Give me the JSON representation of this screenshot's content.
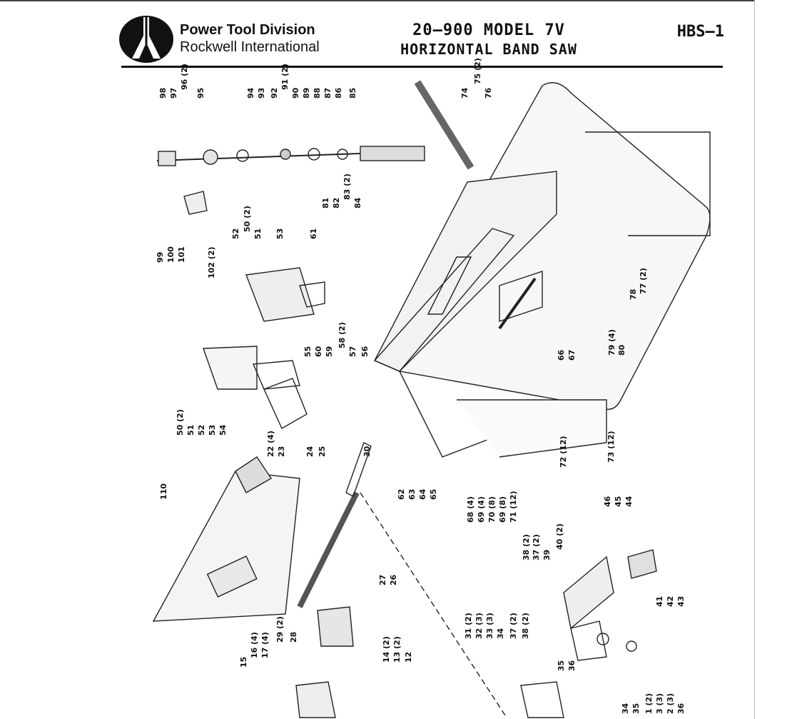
{
  "header": {
    "brand_line1": "Power Tool Division",
    "brand_line2": "Rockwell International",
    "title_line1": "20—900 MODEL 7V",
    "title_line2": "HORIZONTAL BAND SAW",
    "page_code": "HBS—1"
  },
  "logo_icon": "rockwell-logo-icon",
  "part_labels": [
    "98",
    "97",
    "96 (2)",
    "95",
    "94",
    "93",
    "92",
    "91 (2)",
    "90",
    "89",
    "88",
    "87",
    "86",
    "85",
    "74",
    "75 (2)",
    "76",
    "81",
    "82",
    "83 (2)",
    "84",
    "99",
    "100",
    "101",
    "102 (2)",
    "52",
    "50 (2)",
    "51",
    "53",
    "61",
    "55",
    "60",
    "59",
    "58 (2)",
    "57",
    "56",
    "50 (2)",
    "51",
    "52",
    "53",
    "54",
    "78",
    "77 (2)",
    "79 (4)",
    "80",
    "66",
    "67",
    "72 (12)",
    "73 (12)",
    "62",
    "63",
    "64",
    "65",
    "68 (4)",
    "69 (4)",
    "70 (8)",
    "69 (8)",
    "71 (12)",
    "110",
    "22 (4)",
    "23",
    "24",
    "25",
    "30",
    "29 (2)",
    "28",
    "27",
    "26",
    "15",
    "16 (4)",
    "17 (4)",
    "14 (2)",
    "13 (2)",
    "12",
    "46",
    "45",
    "44",
    "41",
    "42",
    "43",
    "38 (2)",
    "37 (2)",
    "39",
    "40 (2)",
    "31 (2)",
    "32 (3)",
    "33 (3)",
    "34",
    "37 (2)",
    "38 (2)",
    "35",
    "36",
    "34",
    "35",
    "1 (2)",
    "3 (3)",
    "2 (3)",
    "36"
  ]
}
